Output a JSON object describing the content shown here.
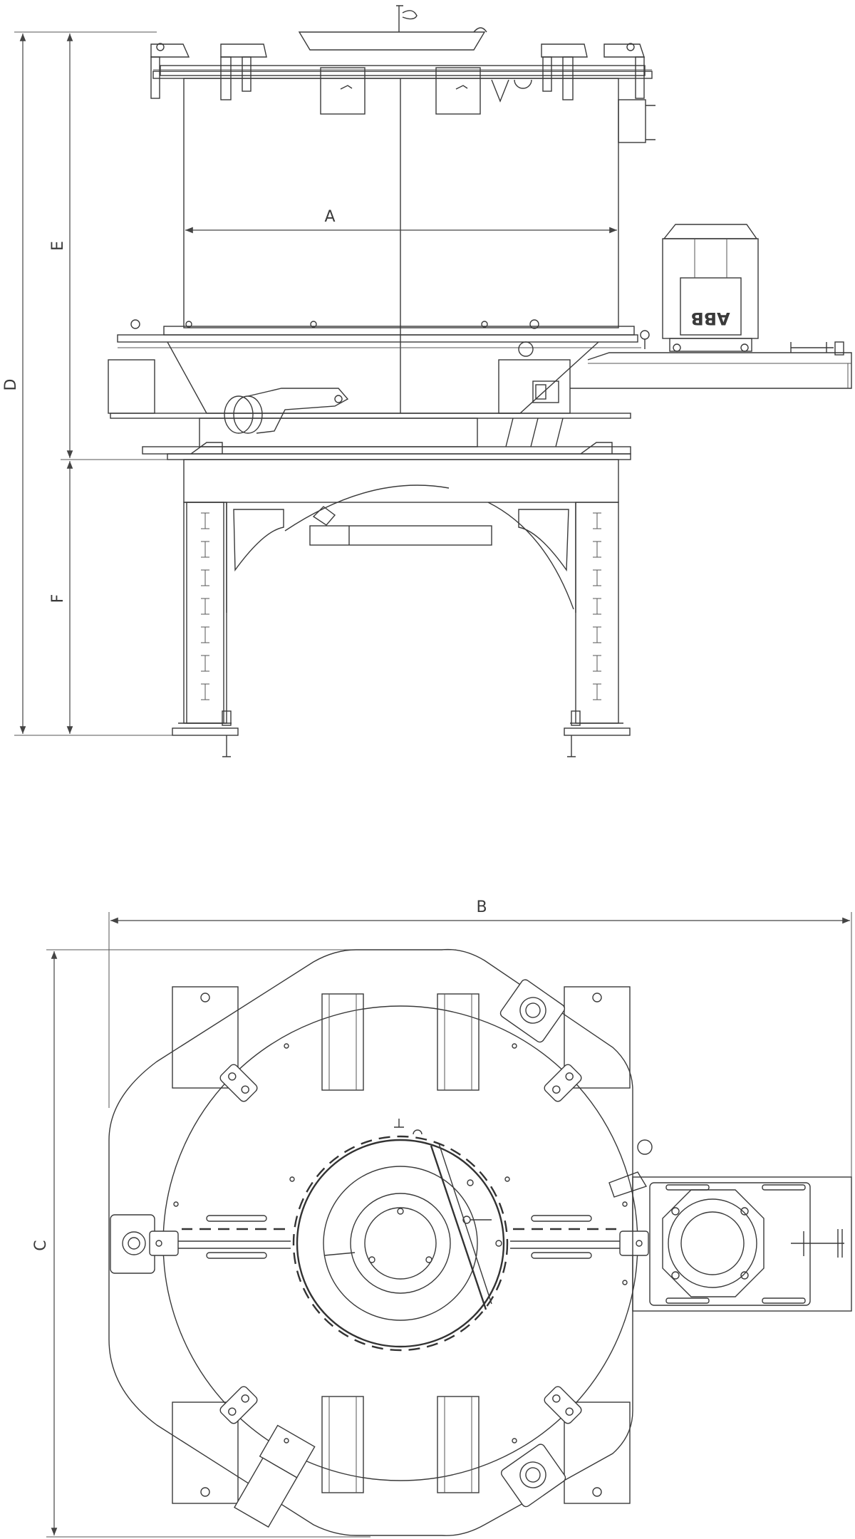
{
  "dimensions": {
    "A": "A",
    "B": "B",
    "C": "C",
    "D": "D",
    "E": "E",
    "F": "F"
  },
  "motor_brand": "ABB"
}
